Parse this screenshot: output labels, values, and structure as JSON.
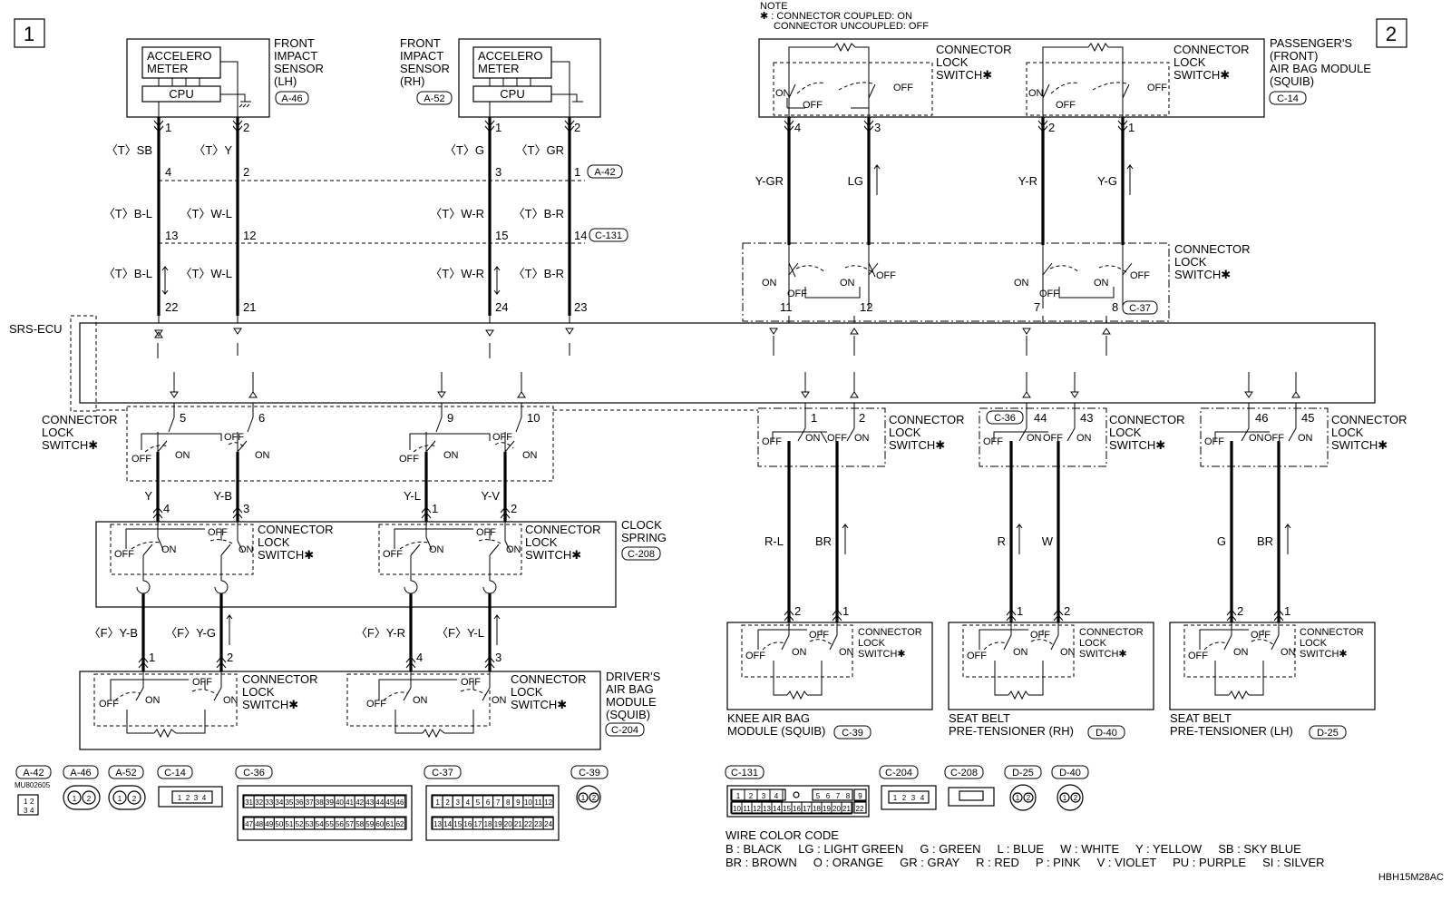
{
  "page": {
    "num_left": "1",
    "num_right": "2",
    "figure_id": "HBH15M28AC",
    "srs_ecu": "SRS-ECU"
  },
  "note": {
    "title": "NOTE",
    "line1": "✱ : CONNECTOR COUPLED: ON",
    "line2": "CONNECTOR UNCOUPLED: OFF"
  },
  "labels": {
    "accelerometer_1": "ACCELERO",
    "accelerometer_2": "METER",
    "cpu": "CPU",
    "fis_lh": [
      "FRONT",
      "IMPACT",
      "SENSOR",
      "(LH)"
    ],
    "fis_rh": [
      "FRONT",
      "IMPACT",
      "SENSOR",
      "(RH)"
    ],
    "passenger": [
      "PASSENGER'S",
      "(FRONT)",
      "AIR BAG MODULE",
      "(SQUIB)"
    ],
    "cls": [
      "CONNECTOR",
      "LOCK",
      "SWITCH✱"
    ],
    "clock": [
      "CLOCK",
      "SPRING"
    ],
    "driver": [
      "DRIVER'S",
      "AIR BAG",
      "MODULE",
      "(SQUIB)"
    ],
    "knee": [
      "KNEE AIR BAG",
      "MODULE (SQUIB)"
    ],
    "sb_rh": [
      "SEAT BELT",
      "PRE-TENSIONER (RH)"
    ],
    "sb_lh": [
      "SEAT BELT",
      "PRE-TENSIONER (LH)"
    ],
    "on": "ON",
    "off": "OFF",
    "mu_part": "MU802605"
  },
  "connectors": [
    "A-46",
    "A-52",
    "A-42",
    "C-131",
    "C-14",
    "C-37",
    "C-36",
    "C-208",
    "C-204",
    "C-39",
    "D-40",
    "D-25"
  ],
  "wires": {
    "t_sb": "〈T〉SB",
    "t_y": "〈T〉Y",
    "t_g": "〈T〉G",
    "t_gr": "〈T〉GR",
    "t_bl": "〈T〉B-L",
    "t_wl": "〈T〉W-L",
    "t_wr": "〈T〉W-R",
    "t_br": "〈T〉B-R",
    "y_gr": "Y-GR",
    "lg": "LG",
    "y_r": "Y-R",
    "y_g": "Y-G",
    "y": "Y",
    "y_b": "Y-B",
    "y_l": "Y-L",
    "y_v": "Y-V",
    "f_yb": "〈F〉Y-B",
    "f_yg": "〈F〉Y-G",
    "f_yr": "〈F〉Y-R",
    "f_yl": "〈F〉Y-L",
    "r_l": "R-L",
    "br": "BR",
    "r": "R",
    "w": "W",
    "g": "G"
  },
  "pins": [
    "1",
    "2",
    "3",
    "4",
    "5",
    "6",
    "7",
    "8",
    "9",
    "10",
    "11",
    "12",
    "13",
    "14",
    "15",
    "21",
    "22",
    "23",
    "24",
    "43",
    "44",
    "45",
    "46"
  ],
  "legend_connectors": [
    "A-42",
    "A-46",
    "A-52",
    "C-14",
    "C-36",
    "C-37",
    "C-39",
    "C-131",
    "C-204",
    "C-208",
    "D-25",
    "D-40"
  ],
  "c36_pins_top": [
    "31",
    "32",
    "33",
    "34",
    "35",
    "36",
    "37",
    "38",
    "39",
    "40",
    "41",
    "42",
    "43",
    "44",
    "45",
    "46"
  ],
  "c36_pins_bot": [
    "47",
    "48",
    "49",
    "50",
    "51",
    "52",
    "53",
    "54",
    "55",
    "56",
    "57",
    "58",
    "59",
    "60",
    "61",
    "62"
  ],
  "c37_pins_top": [
    "1",
    "2",
    "3",
    "4",
    "5",
    "6",
    "7",
    "8",
    "9",
    "10",
    "11",
    "12"
  ],
  "c37_pins_bot": [
    "13",
    "14",
    "15",
    "16",
    "17",
    "18",
    "19",
    "20",
    "21",
    "22",
    "23",
    "24"
  ],
  "c131_pins_top": [
    "1",
    "2",
    "3",
    "4",
    "5",
    "6",
    "7",
    "8"
  ],
  "c131_pins_bot": [
    "10",
    "11",
    "12",
    "13",
    "14",
    "15",
    "16",
    "17",
    "18",
    "19",
    "20",
    "21"
  ],
  "c131_side": [
    "9",
    "22"
  ],
  "wire_color_code": {
    "title": "WIRE COLOR CODE",
    "row1": "B : BLACK     LG : LIGHT GREEN     G : GREEN     L : BLUE     W : WHITE     Y : YELLOW     SB : SKY BLUE",
    "row2": "BR : BROWN     O : ORANGE     GR : GRAY     R : RED     P : PINK     V : VIOLET     PU : PURPLE     SI : SILVER"
  }
}
